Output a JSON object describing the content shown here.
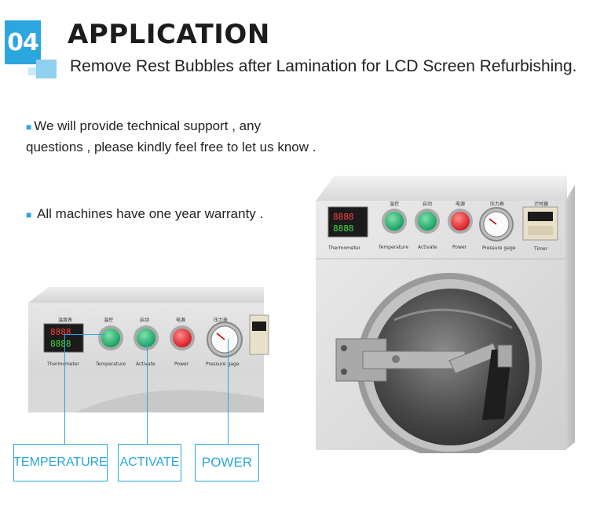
{
  "header": {
    "badge_number": "04",
    "title": "APPLICATION",
    "subtitle": "Remove Rest Bubbles after Lamination for LCD Screen Refurbishing."
  },
  "bullets": [
    {
      "text": "We will provide technical support , any questions , please kindly feel free to let us know ."
    },
    {
      "text": "All machines have one year warranty ."
    }
  ],
  "callouts": [
    {
      "label": "TEMPERATURE"
    },
    {
      "label": "ACTIVATE"
    },
    {
      "label": "POWER"
    }
  ],
  "machine_panel": {
    "display_readout_top": "8888",
    "display_readout_bottom": "8888",
    "labels": [
      "Thermometer",
      "Temperature",
      "Activate",
      "Power",
      "Pressure gage",
      "Timer"
    ],
    "cn_labels": [
      "温度表",
      "温控",
      "启动",
      "电源",
      "压力表",
      "计时器"
    ]
  },
  "colors": {
    "accent": "#2ba6de",
    "green_button": "#1fae6a",
    "red_button": "#e3262e"
  }
}
